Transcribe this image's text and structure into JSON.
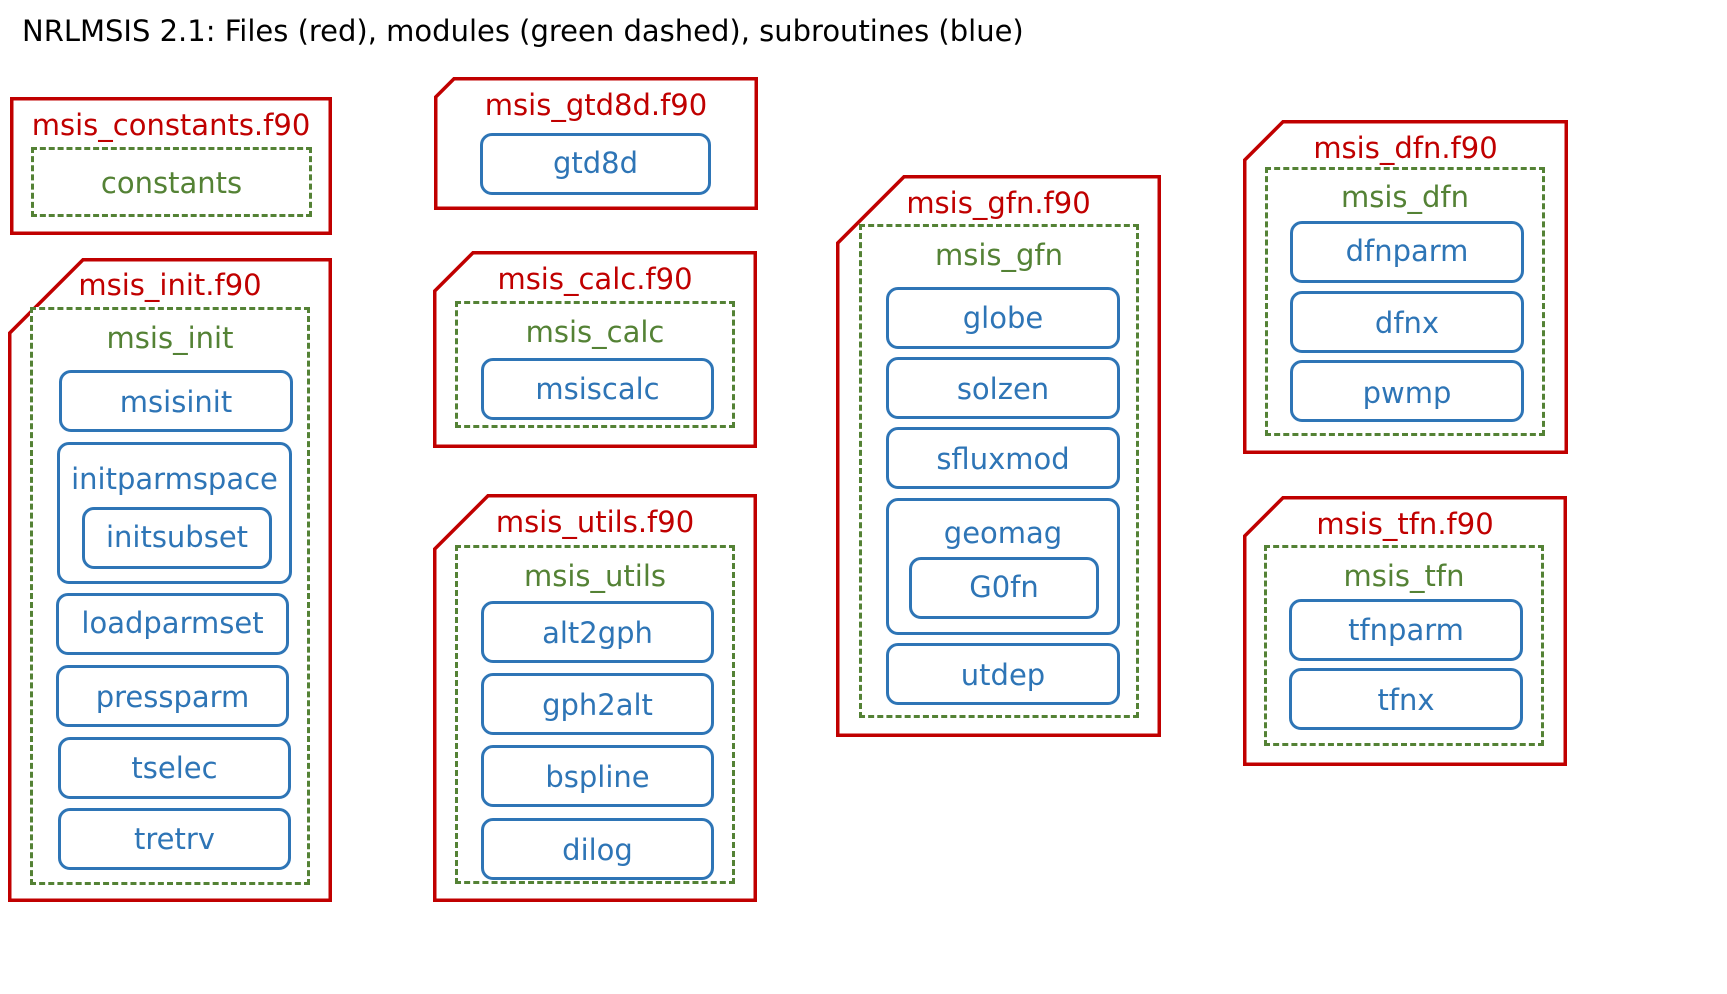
{
  "title": "NRLMSIS 2.1: Files (red), modules (green dashed), subroutines (blue)",
  "colors": {
    "file": "#c00000",
    "module": "#548235",
    "subroutine": "#2e75b6"
  },
  "files": {
    "constants": {
      "name": "msis_constants.f90",
      "module": {
        "name": "constants"
      }
    },
    "gtd8d": {
      "name": "msis_gtd8d.f90",
      "subroutines": [
        {
          "name": "gtd8d"
        }
      ]
    },
    "calc": {
      "name": "msis_calc.f90",
      "module": {
        "name": "msis_calc"
      },
      "subroutines": [
        {
          "name": "msiscalc"
        }
      ]
    },
    "init": {
      "name": "msis_init.f90",
      "module": {
        "name": "msis_init"
      },
      "subroutines": [
        {
          "name": "msisinit"
        },
        {
          "name": "initparmspace",
          "children": [
            {
              "name": "initsubset"
            }
          ]
        },
        {
          "name": "loadparmset"
        },
        {
          "name": "pressparm"
        },
        {
          "name": "tselec"
        },
        {
          "name": "tretrv"
        }
      ]
    },
    "utils": {
      "name": "msis_utils.f90",
      "module": {
        "name": "msis_utils"
      },
      "subroutines": [
        {
          "name": "alt2gph"
        },
        {
          "name": "gph2alt"
        },
        {
          "name": "bspline"
        },
        {
          "name": "dilog"
        }
      ]
    },
    "gfn": {
      "name": "msis_gfn.f90",
      "module": {
        "name": "msis_gfn"
      },
      "subroutines": [
        {
          "name": "globe"
        },
        {
          "name": "solzen"
        },
        {
          "name": "sfluxmod"
        },
        {
          "name": "geomag",
          "children": [
            {
              "name": "G0fn"
            }
          ]
        },
        {
          "name": "utdep"
        }
      ]
    },
    "dfn": {
      "name": "msis_dfn.f90",
      "module": {
        "name": "msis_dfn"
      },
      "subroutines": [
        {
          "name": "dfnparm"
        },
        {
          "name": "dfnx"
        },
        {
          "name": "pwmp"
        }
      ]
    },
    "tfn": {
      "name": "msis_tfn.f90",
      "module": {
        "name": "msis_tfn"
      },
      "subroutines": [
        {
          "name": "tfnparm"
        },
        {
          "name": "tfnx"
        }
      ]
    }
  }
}
